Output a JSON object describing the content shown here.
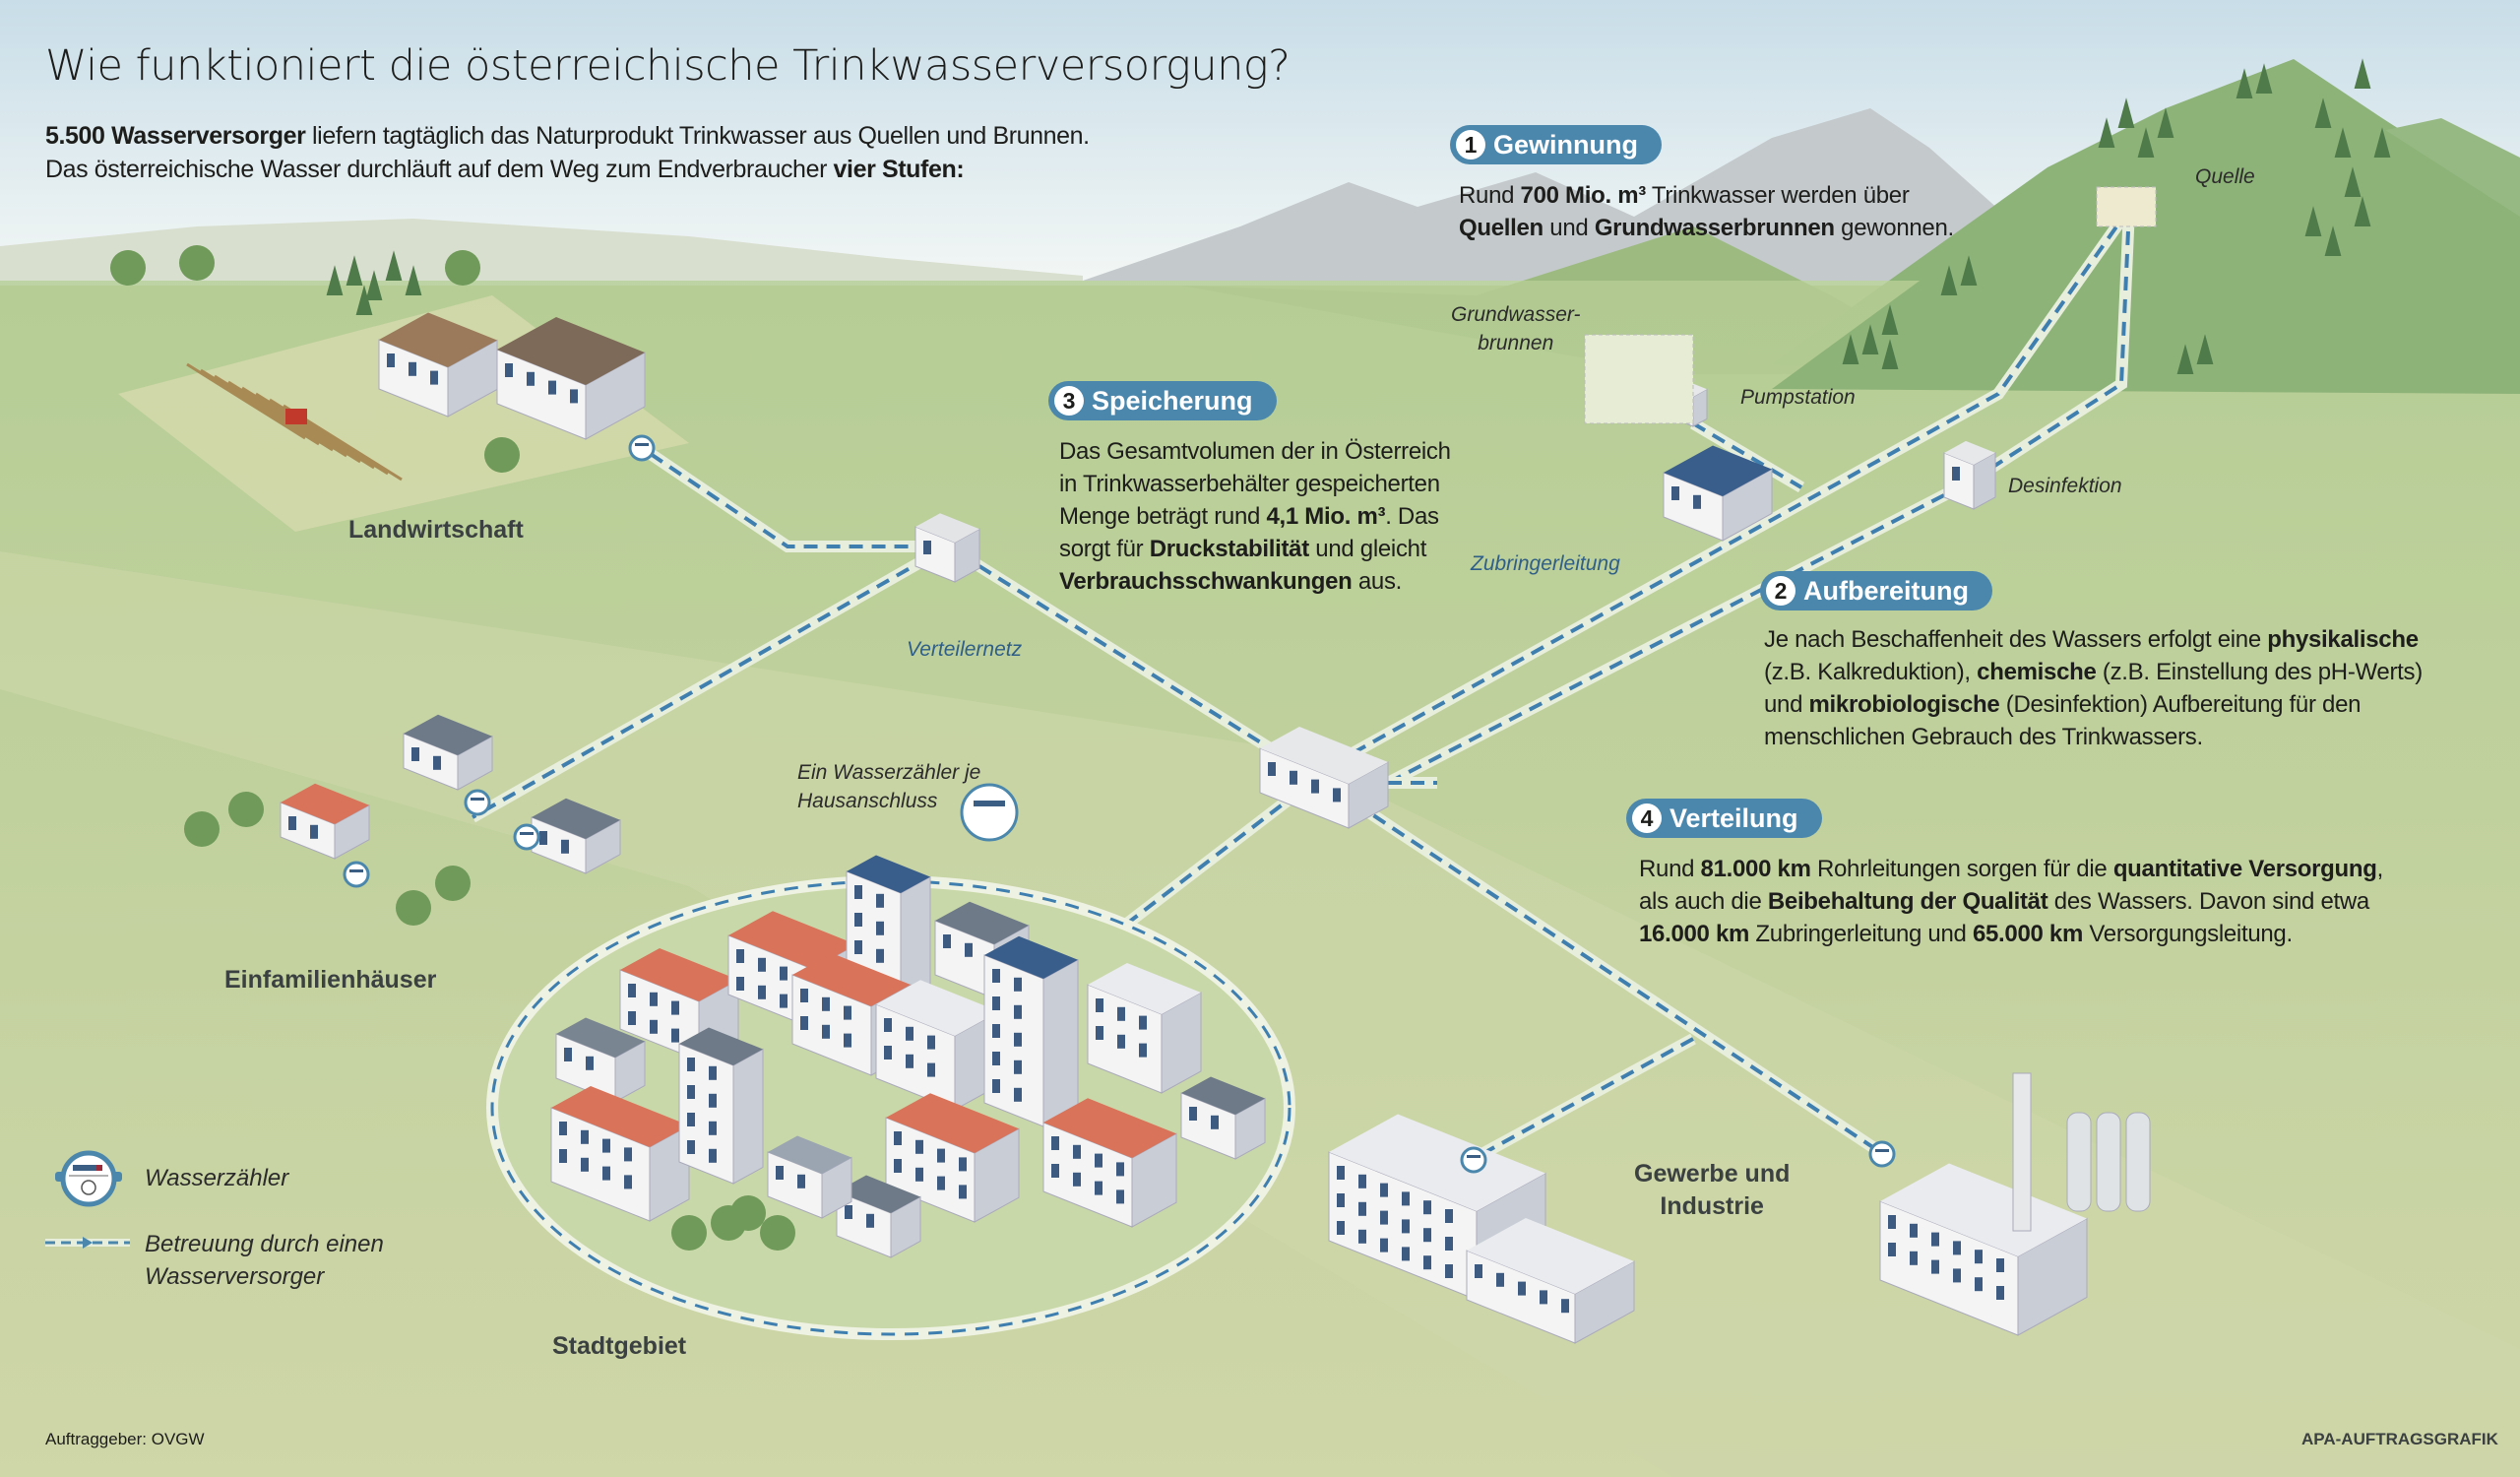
{
  "header": {
    "title": "Wie funktioniert die österreichische Trinkwasserversorgung?",
    "intro_line1_bold": "5.500 Wasserversorger",
    "intro_line1_rest": " liefern tagtäglich das Naturprodukt Trinkwasser aus Quellen und Brunnen.",
    "intro_line2_rest": "Das österreichische Wasser durchläuft auf dem Weg zum Endverbraucher ",
    "intro_line2_bold": "vier Stufen:"
  },
  "steps": {
    "gewinnung": {
      "number": "1",
      "label": "Gewinnung",
      "t1": "Rund ",
      "b1": "700 Mio. m³",
      "t2": " Trinkwasser werden über",
      "b2": "Quellen",
      "t3": " und ",
      "b3": "Grundwasserbrunnen",
      "t4": " gewonnen."
    },
    "aufbereitung": {
      "number": "2",
      "label": "Aufbereitung",
      "t1": "Je nach Beschaffenheit des Wassers erfolgt eine ",
      "b1": "physikalische",
      "t2": "(z.B. Kalkreduktion), ",
      "b2": "chemische",
      "t3": " (z.B. Einstellung des pH-Werts)",
      "t4": "und ",
      "b3": "mikrobiologische",
      "t5": " (Desinfektion) Aufbereitung für den",
      "t6": "menschlichen Gebrauch des Trinkwassers."
    },
    "speicherung": {
      "number": "3",
      "label": "Speicherung",
      "t1": "Das Gesamtvolumen der in Österreich",
      "t2": "in Trinkwasserbehälter gespeicherten",
      "t3": "Menge beträgt rund ",
      "b1": "4,1 Mio. m³",
      "t4": ". Das",
      "t5": "sorgt für ",
      "b2": "Druckstabilität",
      "t6": " und gleicht",
      "b3": "Verbrauchsschwankungen",
      "t7": " aus."
    },
    "verteilung": {
      "number": "4",
      "label": "Verteilung",
      "t1": "Rund ",
      "b1": "81.000 km",
      "t2": " Rohrleitungen sorgen für die ",
      "b2": "quantitative Versorgung",
      "t3": ",",
      "t4": "als auch die ",
      "b3": "Beibehaltung der Qualität",
      "t5": " des Wassers. Davon sind etwa",
      "b4": "16.000 km",
      "t6": " Zubringerleitung und ",
      "b5": "65.000 km",
      "t7": " Versorgungsleitung."
    }
  },
  "labels": {
    "quelle": "Quelle",
    "grundwasser_1": "Grundwasser-",
    "grundwasser_2": "brunnen",
    "pumpstation": "Pumpstation",
    "desinfektion": "Desinfektion",
    "zubringerleitung": "Zubringerleitung",
    "verteilernetz": "Verteilernetz",
    "zaehler_1": "Ein Wasserzähler je",
    "zaehler_2": "Hausanschluss",
    "landwirtschaft": "Landwirtschaft",
    "einfamilienhaeuser": "Einfamilienhäuser",
    "stadtgebiet": "Stadtgebiet",
    "gewerbe_1": "Gewerbe und",
    "gewerbe_2": "Industrie"
  },
  "legend": {
    "meter": "Wasserzähler",
    "pipe_1": "Betreuung durch einen",
    "pipe_2": "Wasserversorger"
  },
  "footer": {
    "client": "Auftraggeber: OVGW",
    "credit": "APA-AUFTRAGSGRAFIK"
  },
  "colors": {
    "badge": "#4b87ad",
    "pipe": "#3f7fb0",
    "pipe_halo": "#e8eedc",
    "meadow": "#c6d4a6",
    "hill": "#8fb27a"
  }
}
